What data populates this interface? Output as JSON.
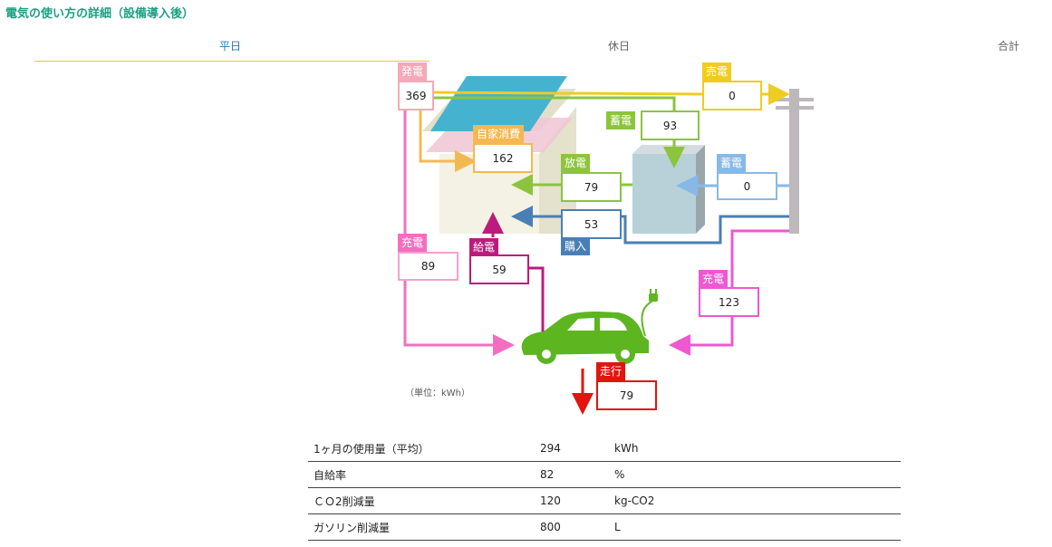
{
  "page": {
    "title": "電気の使い方の詳細（設備導入後）"
  },
  "tabs": [
    {
      "label": "平日",
      "active": true
    },
    {
      "label": "休日",
      "active": false
    },
    {
      "label": "合計",
      "active": false
    }
  ],
  "colors": {
    "accent": "#1aa083",
    "tab_active": "#1f7ab5",
    "tab_underline": "#e8c825",
    "generation": "#f5a8b8",
    "sell": "#efcc20",
    "self_consumption": "#f4b852",
    "charge_battery": "#8cc43e",
    "discharge": "#8cc43e",
    "storage_grid": "#87b9e8",
    "purchase": "#4a7fb5",
    "charge_ev": "#ee58d2",
    "supply": "#bb1c7c",
    "driving": "#e2140e",
    "car": "#5db520"
  },
  "diagram": {
    "generation": {
      "label": "発電",
      "value": "369"
    },
    "sell": {
      "label": "売電",
      "value": "0"
    },
    "battery_charge": {
      "label": "蓄電",
      "value": "93"
    },
    "self_consumption": {
      "label": "自家消費",
      "value": "162"
    },
    "discharge": {
      "label": "放電",
      "value": "79"
    },
    "grid_storage": {
      "label": "蓄電",
      "value": "0"
    },
    "purchase": {
      "label": "購入",
      "value": "53"
    },
    "charge_from_solar": {
      "label": "充電",
      "value": "89"
    },
    "supply_to_home": {
      "label": "給電",
      "value": "59"
    },
    "charge_from_grid": {
      "label": "充電",
      "value": "123"
    },
    "driving": {
      "label": "走行",
      "value": "79"
    },
    "unit_note": "（単位：kWh）",
    "icons": [
      "solar-panel-icon",
      "house-icon",
      "battery-icon",
      "utility-pole-icon",
      "ev-car-icon",
      "plug-icon"
    ]
  },
  "summary": [
    {
      "label": "1ヶ月の使用量（平均）",
      "value": "294",
      "unit": "kWh"
    },
    {
      "label": "自給率",
      "value": "82",
      "unit": "%"
    },
    {
      "label": "ＣＯ2削減量",
      "value": "120",
      "unit": "kg-CO2"
    },
    {
      "label": "ガソリン削減量",
      "value": "800",
      "unit": "L"
    }
  ]
}
